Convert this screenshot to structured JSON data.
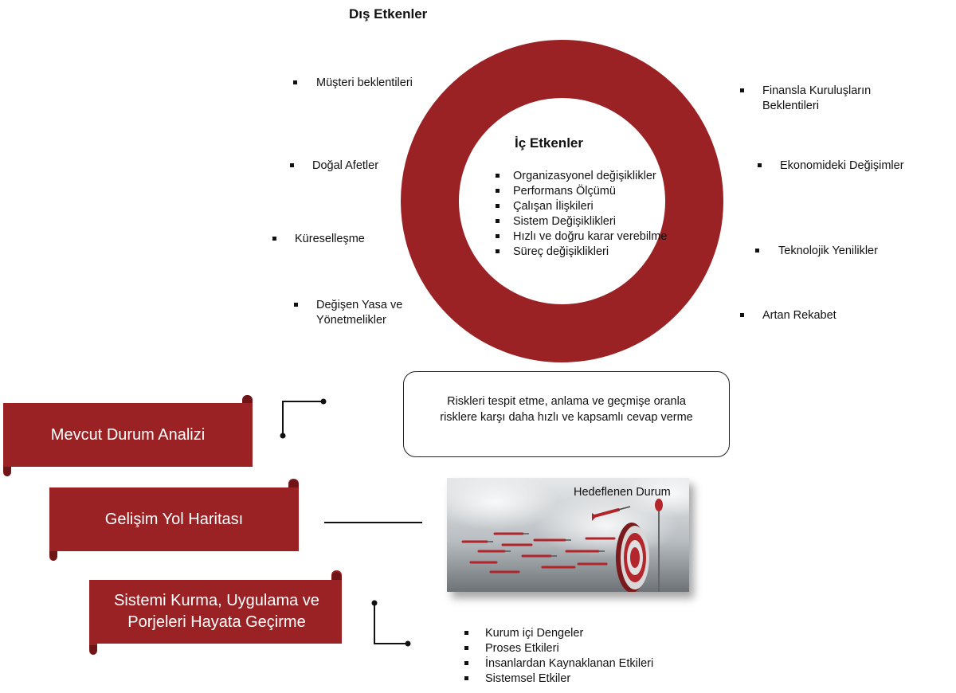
{
  "outer": {
    "title": "Dış Etkenler",
    "left_items": [
      "Müşteri beklentileri",
      "Doğal Afetler",
      "Küreselleşme",
      "Değişen Yasa ve Yönetmelikler"
    ],
    "right_items": [
      "Finansla Kuruluşların Beklentileri",
      "Ekonomideki Değişimler",
      "Teknolojik Yenilikler",
      "Artan Rekabet"
    ]
  },
  "inner": {
    "title": "İç Etkenler",
    "items": [
      "Organizasyonel değişiklikler",
      "Performans Ölçümü",
      "Çalışan İlişkileri",
      "Sistem Değişiklikleri",
      "Hızlı ve doğru karar verebilme",
      "Süreç değişiklikleri"
    ]
  },
  "steps": [
    "Mevcut Durum Analizi",
    "Gelişim Yol Haritası",
    "Sistemi Kurma, Uygulama ve Porjeleri Hayata Geçirme"
  ],
  "callout": "Riskleri tespit etme, anlama ve geçmişe oranla risklere karşı daha hızlı ve kapsamlı cevap verme",
  "photo": {
    "caption": "Hedeflenen Durum",
    "icon": "target-darts-icon"
  },
  "bottom_items": [
    "Kurum içi Dengeler",
    "Proses Etkileri",
    "İnsanlardan Kaynaklanan Etkileri",
    "Sistemsel Etkiler"
  ],
  "colors": {
    "accent": "#9b2224",
    "accent_dark": "#6e1517",
    "text": "#111111"
  }
}
